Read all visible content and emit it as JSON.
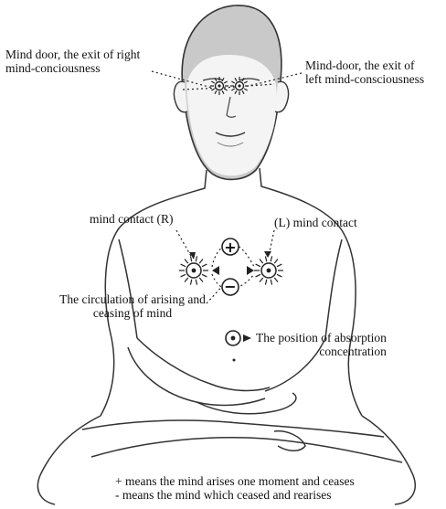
{
  "labels": {
    "right_mind_door": "Mind door, the exit of right\nmind-conciousness",
    "left_mind_door": "Mind-door, the exit of\nleft mind-consciousness",
    "mind_contact_r": "mind contact (R)",
    "mind_contact_l": "(L) mind contact",
    "circulation": "The circulation of arising and\nceasing of mind",
    "absorption": "The position of absorption\nconcentration"
  },
  "symbols": {
    "plus": "+",
    "minus": "−"
  },
  "legend": {
    "line1": "+ means the mind arises one moment and ceases",
    "line2": "- means the mind which ceased and rearises"
  }
}
